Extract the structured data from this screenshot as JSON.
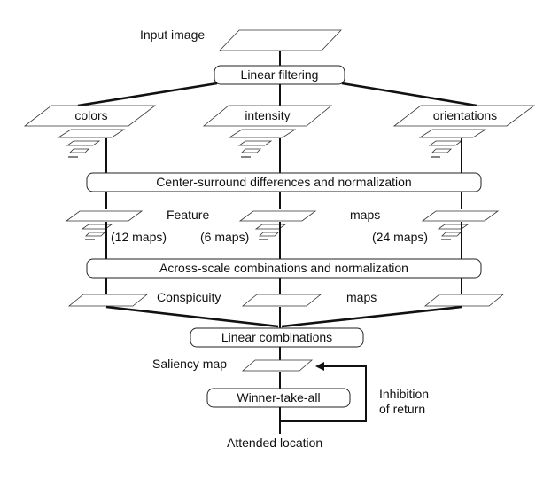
{
  "labels": {
    "input_image": "Input image",
    "linear_filtering": "Linear filtering",
    "colors": "colors",
    "intensity": "intensity",
    "orientations": "orientations",
    "center_surround": "Center-surround differences and normalization",
    "feature": "Feature",
    "maps": "maps",
    "colors_count": "(12 maps)",
    "intensity_count": "(6 maps)",
    "orientations_count": "(24 maps)",
    "across_scale": "Across-scale combinations and normalization",
    "conspicuity": "Conspicuity",
    "linear_combinations": "Linear combinations",
    "saliency_map": "Saliency map",
    "winner_take_all": "Winner-take-all",
    "inhibition_of": "Inhibition",
    "of_return": "of return",
    "attended_location": "Attended location"
  },
  "colors": {
    "ink": "#111111",
    "background": "#ffffff"
  }
}
